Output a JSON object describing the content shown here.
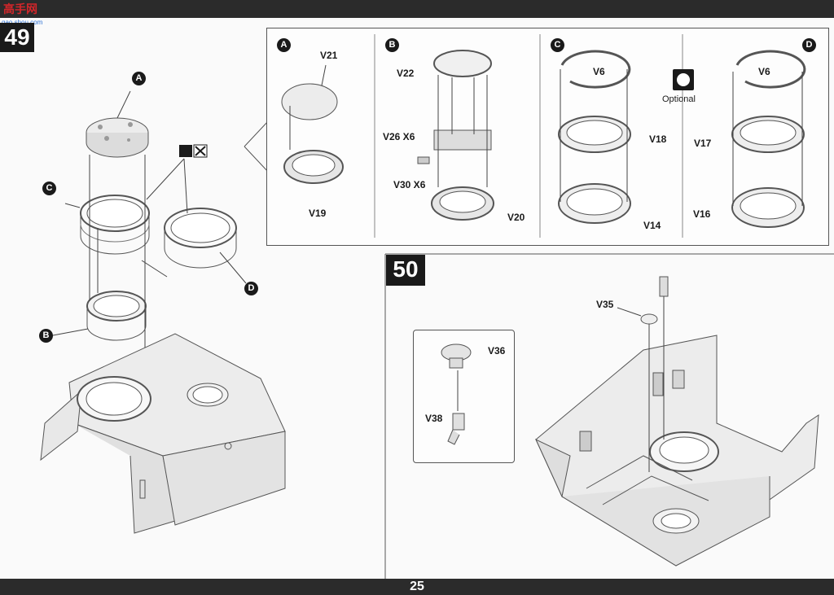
{
  "page": {
    "number": "25",
    "watermark": "高手网",
    "watermark_url": "gao.shou.com"
  },
  "step49": {
    "number": "49",
    "callouts": {
      "a": "A",
      "b": "B",
      "c": "C",
      "d": "D"
    },
    "detail": {
      "a": {
        "letter": "A",
        "parts": [
          "V21",
          "V19"
        ]
      },
      "b": {
        "letter": "B",
        "parts": [
          "V22",
          "V26 X6",
          "V30 X6",
          "V20"
        ]
      },
      "c": {
        "letter": "C",
        "parts": [
          "V6",
          "V18",
          "V14"
        ]
      },
      "optional": "Optional",
      "d": {
        "letter": "D",
        "parts": [
          "V6",
          "V17",
          "V16"
        ]
      }
    }
  },
  "step50": {
    "number": "50",
    "parts": [
      "V35",
      "V36",
      "V38"
    ]
  },
  "colors": {
    "bar": "#2b2b2b",
    "ink": "#1a1a1a",
    "part_fill": "#e6e6e6",
    "stroke": "#555555"
  }
}
